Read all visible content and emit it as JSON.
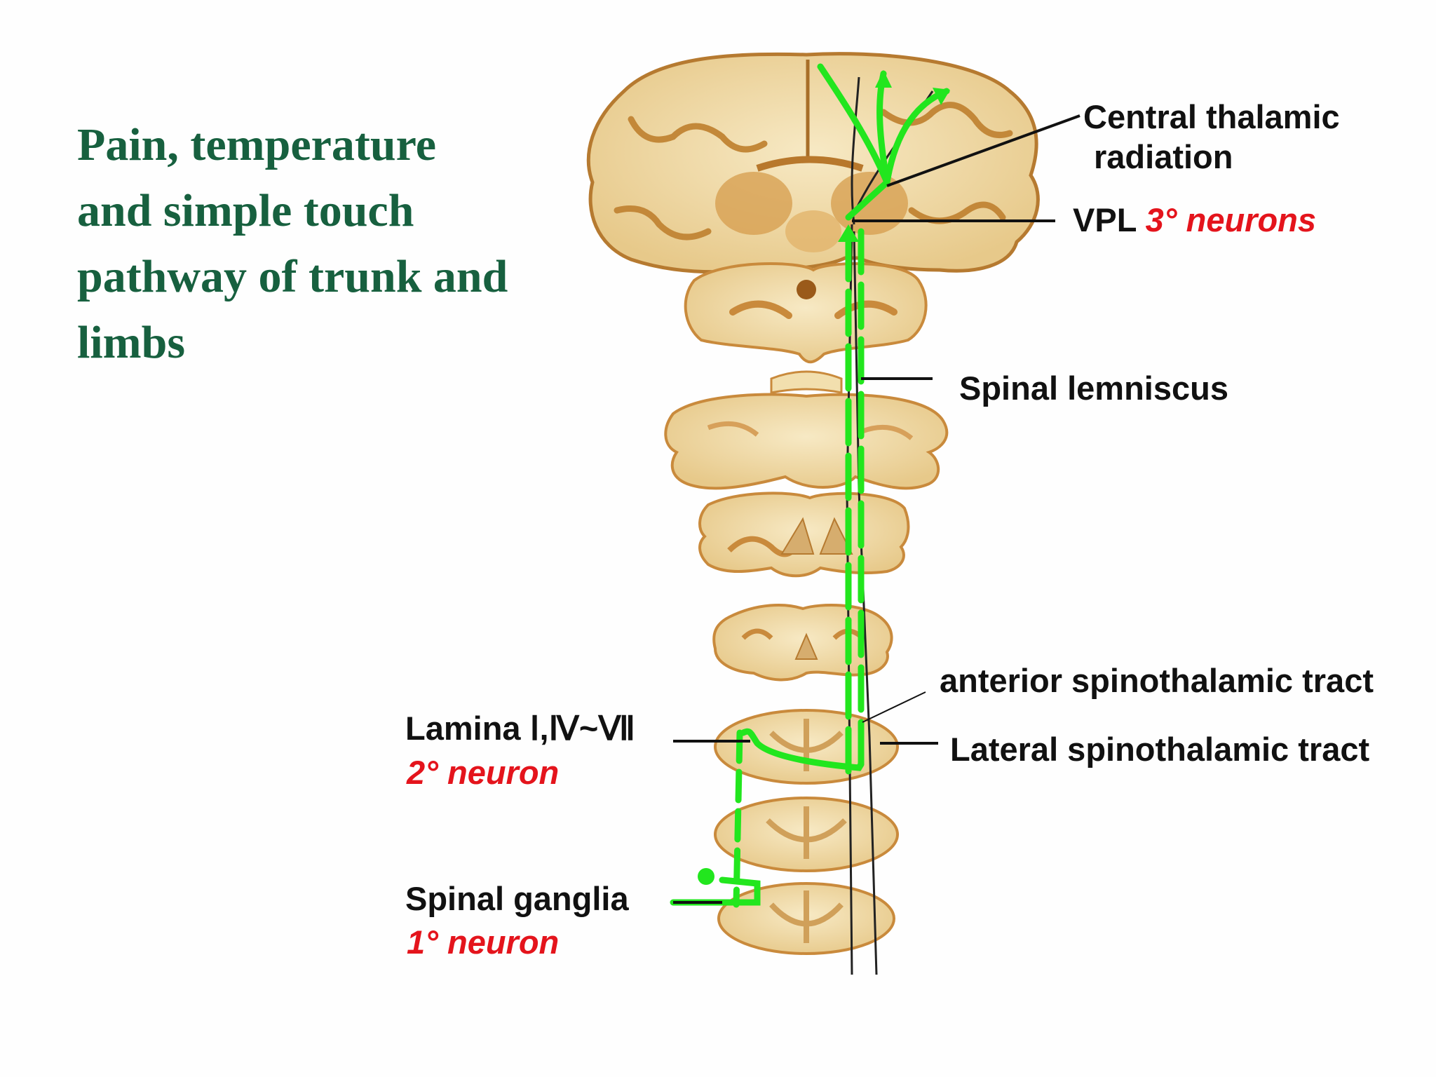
{
  "title_lines": [
    "Pain, temperature",
    "and simple touch",
    "pathway of trunk and",
    "limbs"
  ],
  "labels": {
    "central_thalamic_1": "Central thalamic",
    "central_thalamic_2": "radiation",
    "vpl_prefix": "VPL",
    "vpl_neuron": "3° neurons",
    "spinal_lemniscus": "Spinal lemniscus",
    "anterior_tract": "anterior spinothalamic tract",
    "lateral_tract": "Lateral spinothalamic tract",
    "lamina": "Lamina Ⅰ,Ⅳ~Ⅶ",
    "neuron_2": "2° neuron",
    "spinal_ganglia": "Spinal  ganglia",
    "neuron_1": "1° neuron"
  },
  "colors": {
    "pathway_green": "#22e61e",
    "tissue": "#f2dfae",
    "tissue_edge": "#c98a3c",
    "title_green": "#17603f",
    "label_red": "#e4141c"
  }
}
